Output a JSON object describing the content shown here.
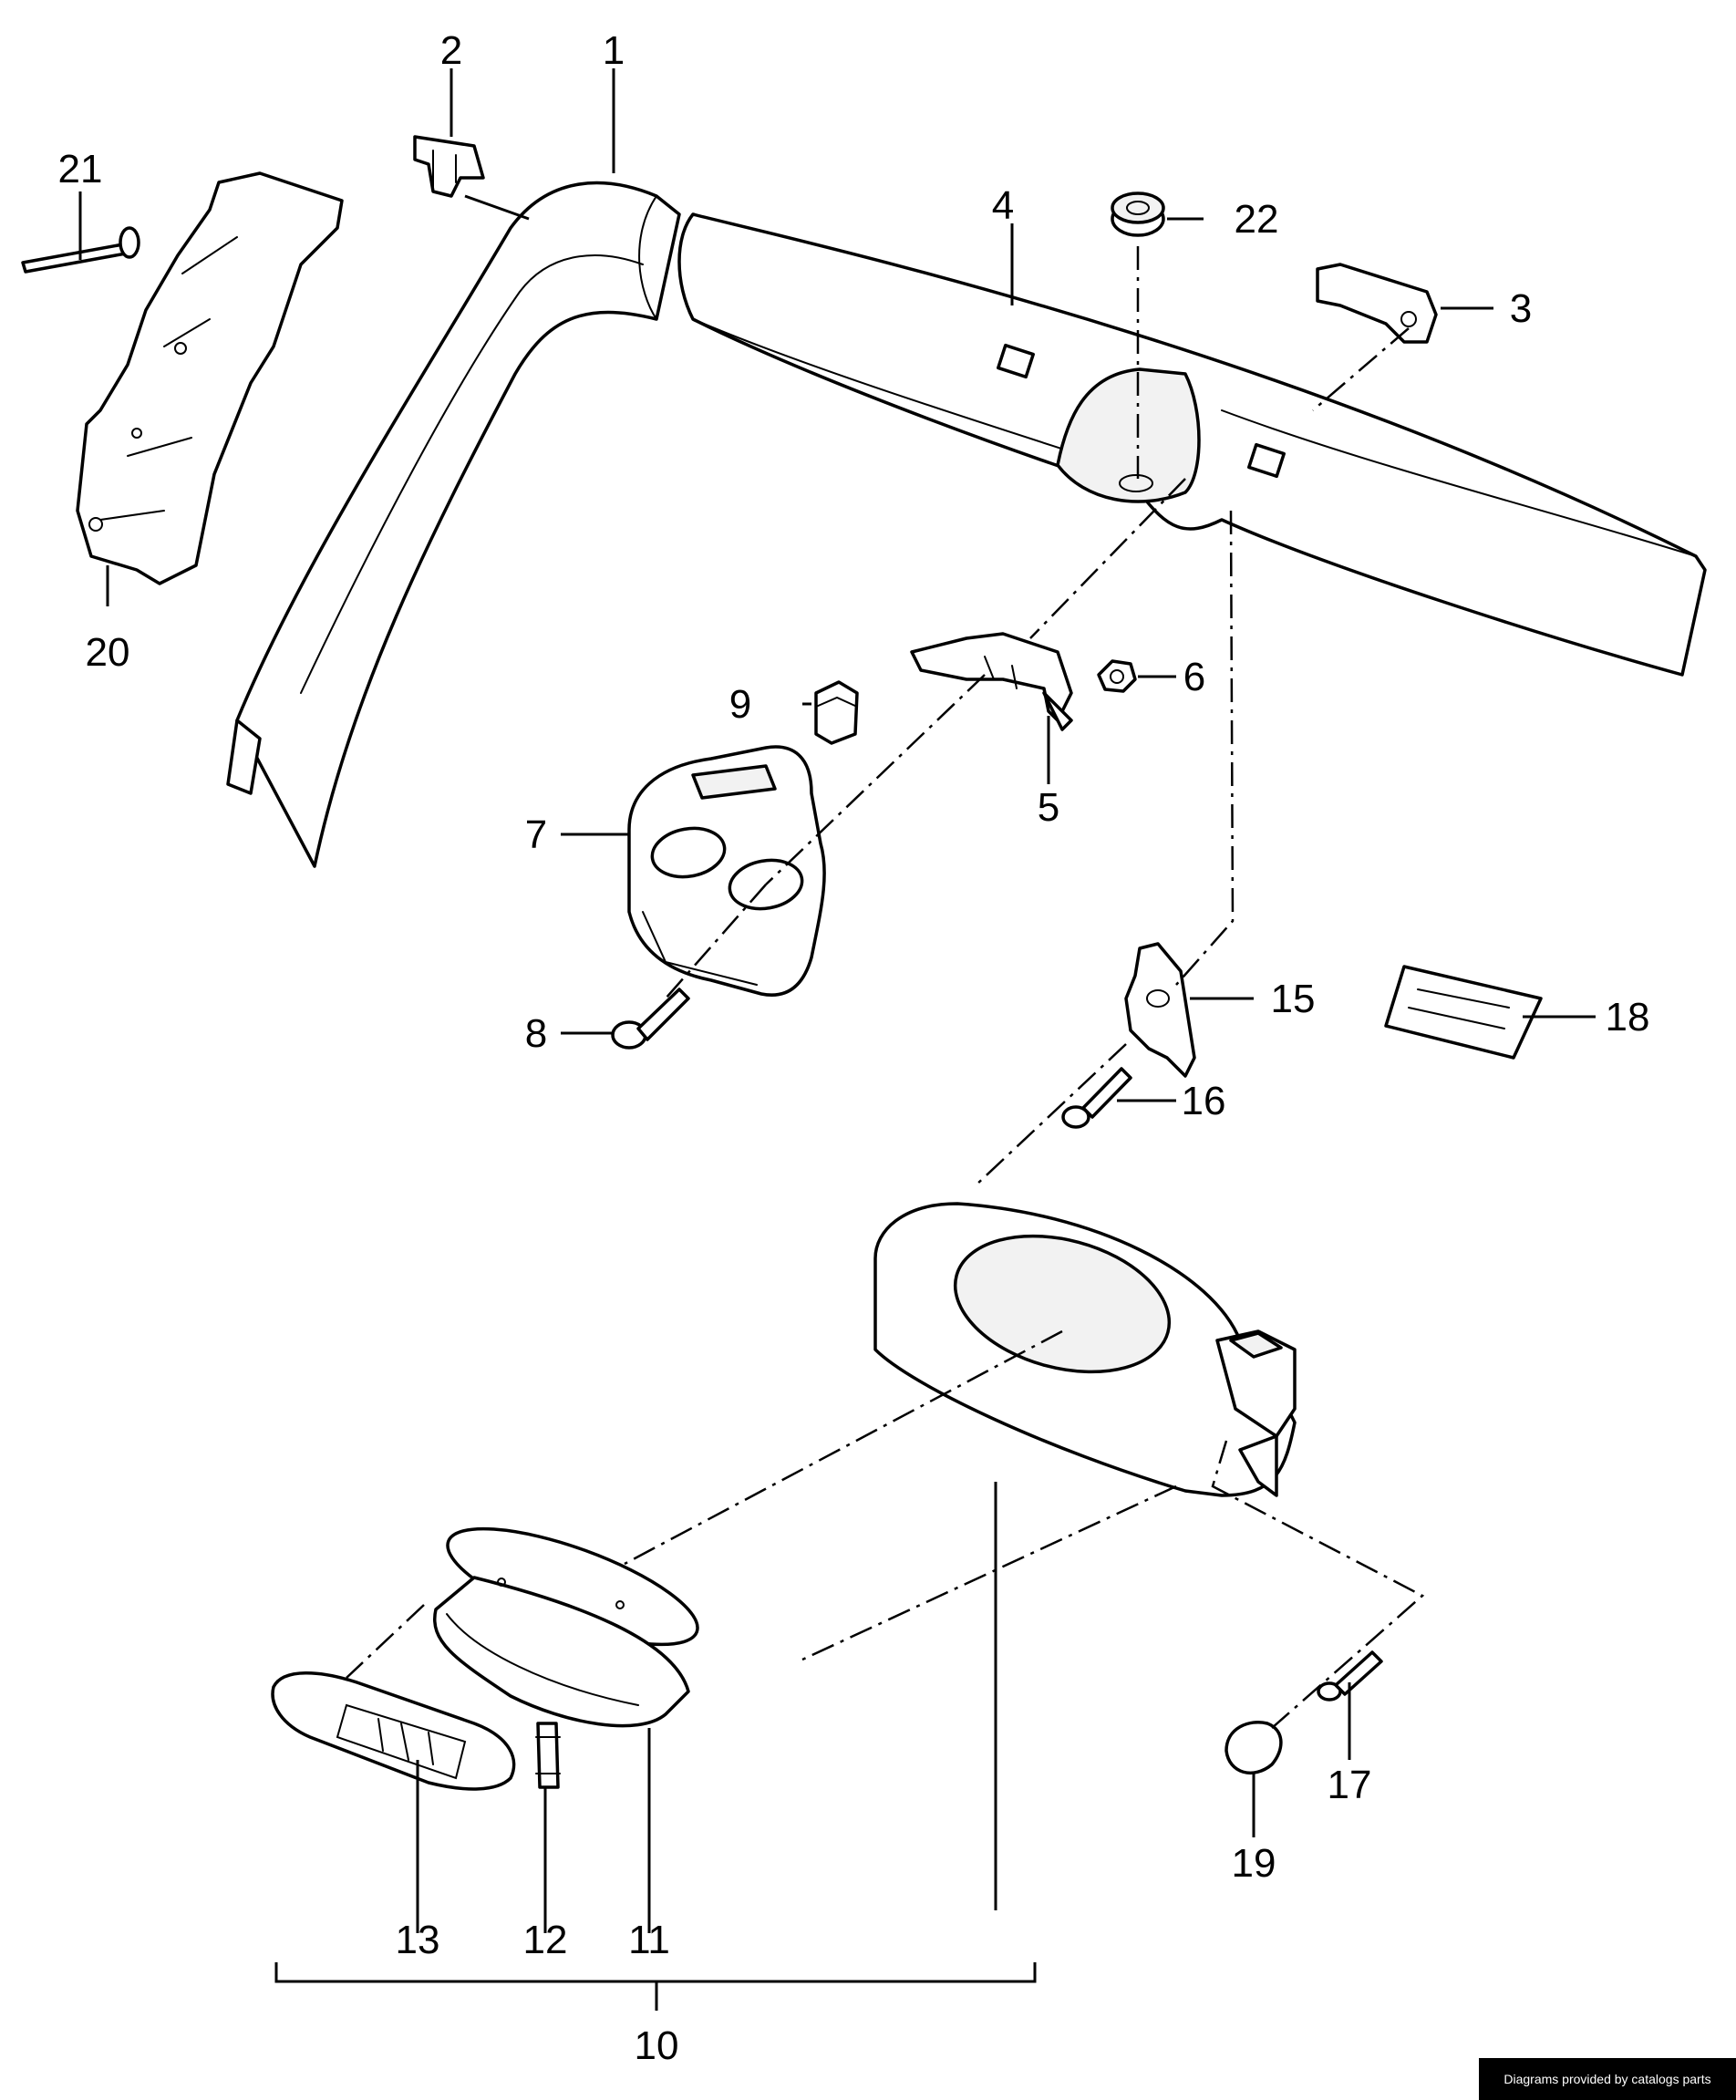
{
  "callouts": {
    "c1": "1",
    "c2": "2",
    "c3": "3",
    "c4": "4",
    "c5": "5",
    "c6": "6",
    "c7": "7",
    "c8": "8",
    "c9": "9",
    "c10": "10",
    "c11": "11",
    "c12": "12",
    "c13": "13",
    "c15": "15",
    "c16": "16",
    "c17": "17",
    "c18": "18",
    "c19": "19",
    "c20": "20",
    "c21": "21",
    "c22": "22"
  },
  "credit": "Diagrams provided by catalogs parts"
}
